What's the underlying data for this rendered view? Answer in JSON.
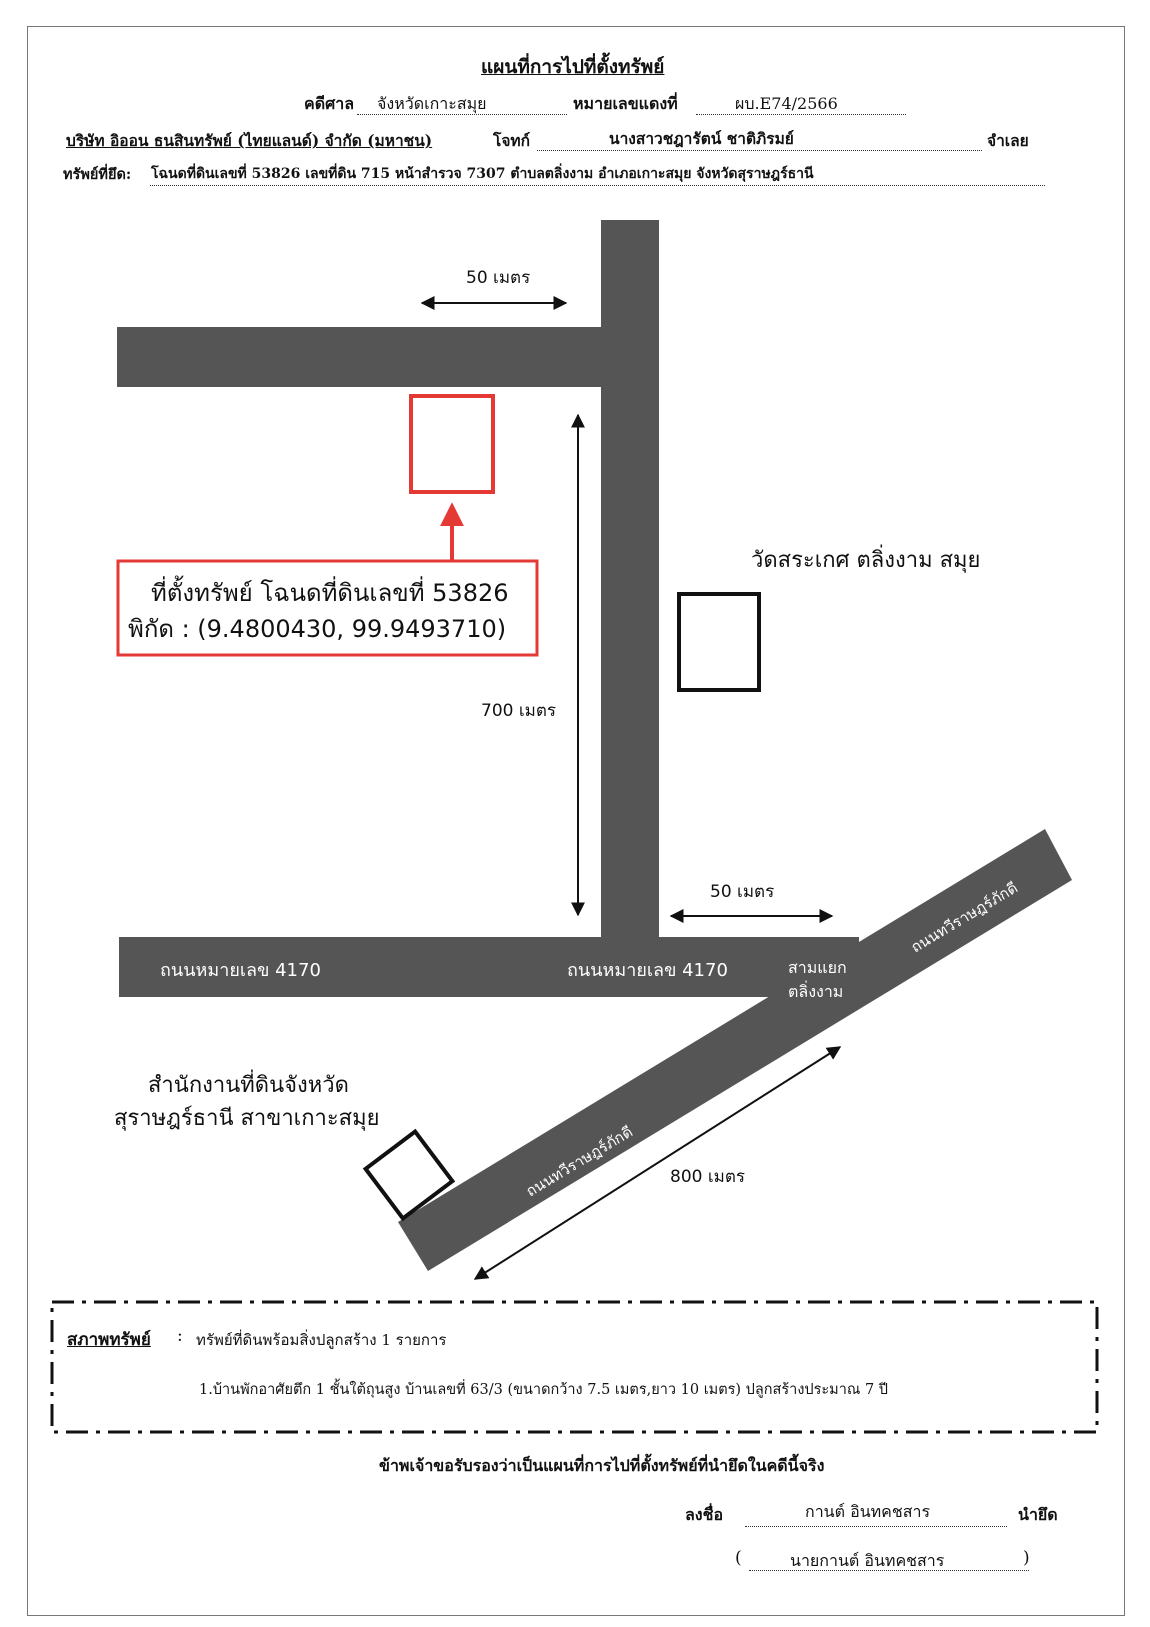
{
  "header": {
    "title": "แผนที่การไปที่ตั้งทรัพย์",
    "court_label": "คดีศาล",
    "court_value": "จังหวัดเกาะสมุย",
    "case_no_label": "หมายเลขแดงที่",
    "case_no_value": "ผบ.E74/2566",
    "plaintiff": "บริษัท อิออน ธนสินทรัพย์ (ไทยแลนด์) จำกัด (มหาชน)",
    "plaintiff_role": "โจทก์",
    "defendant": "นางสาวชฎารัตน์ ชาติภิรมย์",
    "defendant_role": "จำเลย",
    "seized_label": "ทรัพย์ที่ยึด:",
    "seized_value": "โฉนดที่ดินเลขที่ 53826 เลขที่ดิน 715 หน้าสำรวจ 7307 ตำบลตลิ่งงาม อำเภอเกาะสมุย จังหวัดสุราษฎร์ธานี"
  },
  "map": {
    "distance_top": "50 เมตร",
    "distance_vertical": "700 เมตร",
    "distance_mid": "50 เมตร",
    "distance_diag": "800 เมตร",
    "property_line1": "ที่ตั้งทรัพย์ โฉนดที่ดินเลขที่ 53826",
    "property_line2": "พิกัด : (9.4800430, 99.9493710)",
    "temple": "วัดสระเกศ ตลิ่งงาม สมุย",
    "road_4170_left": "ถนนหมายเลข 4170",
    "road_4170_right": "ถนนหมายเลข 4170",
    "junction_line1": "สามแยก",
    "junction_line2": "ตลิ่งงาม",
    "road_diag_upper": "ถนนทวีราษฎร์ภักดี",
    "road_diag_lower": "ถนนทวีราษฎร์ภักดี",
    "land_office_line1": "สำนักงานที่ดินจังหวัด",
    "land_office_line2": "สุราษฎร์ธานี สาขาเกาะสมุย",
    "colors": {
      "road": "#555555",
      "highlight": "#e53935",
      "ink": "#111111"
    }
  },
  "condition": {
    "label": "สภาพทรัพย์",
    "colon": ":",
    "summary": "ทรัพย์ที่ดินพร้อมสิ่งปลูกสร้าง 1 รายการ",
    "item1": "1.บ้านพักอาศัยตึก 1 ชั้นใต้ถุนสูง บ้านเลขที่ 63/3 (ขนาดกว้าง 7.5 เมตร,ยาว 10 เมตร) ปลูกสร้างประมาณ 7 ปี"
  },
  "footer": {
    "certify": "ข้าพเจ้าขอรับรองว่าเป็นแผนที่การไปที่ตั้งทรัพย์ที่นำยึดในคดีนี้จริง",
    "sign_label": "ลงชื่อ",
    "sign_name": "กานต์ อินทคชสาร",
    "sign_role": "นำยึด",
    "open_paren": "(",
    "printed_name": "นายกานต์ อินทคชสาร",
    "close_paren": ")"
  }
}
